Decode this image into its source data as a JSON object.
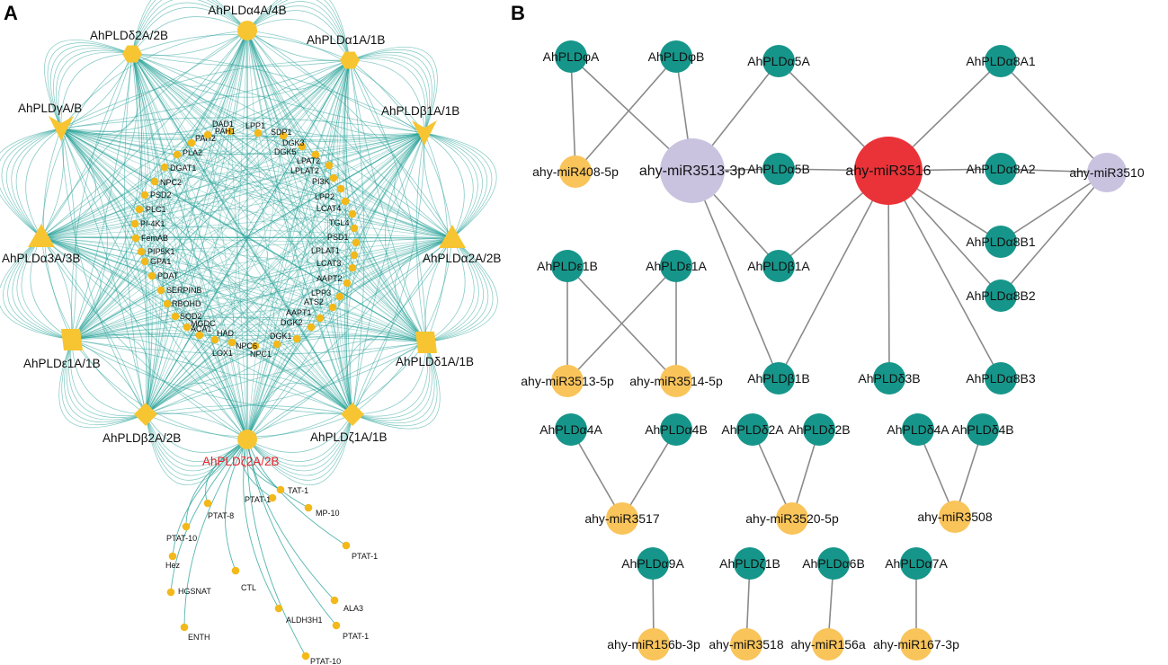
{
  "panels": [
    {
      "letter": "A"
    },
    {
      "letter": "B"
    }
  ],
  "colors": {
    "edge_a": "#2aa39a",
    "hub": "#f7c531",
    "gene": "#f3b81a",
    "pld_node": "#16968a",
    "mirna_node": "#f9c45a",
    "hub_mirna": "#c9c3e0",
    "main_mirna": "#ea3338",
    "edge_b": "#8a8a8a",
    "highlight_text": "#e8222a"
  },
  "panel_a": {
    "hubs": [
      {
        "label": "AhPLDα4A/4B",
        "shape": "circle"
      },
      {
        "label": "AhPLDα1A/1B",
        "shape": "hexagon"
      },
      {
        "label": "AhPLDβ1A/1B",
        "shape": "v-shape"
      },
      {
        "label": "AhPLDα2A/2B",
        "shape": "triangle"
      },
      {
        "label": "AhPLDδ1A/1B",
        "shape": "parallelogram"
      },
      {
        "label": "AhPLDζ1A/1B",
        "shape": "diamond"
      },
      {
        "label": "AhPLDζ2A/2B",
        "shape": "circle",
        "highlight": true
      },
      {
        "label": "AhPLDβ2A/2B",
        "shape": "diamond"
      },
      {
        "label": "AhPLDε1A/1B",
        "shape": "parallelogram"
      },
      {
        "label": "AhPLDα3A/3B",
        "shape": "triangle"
      },
      {
        "label": "AhPLDγA/B",
        "shape": "v-shape"
      },
      {
        "label": "AhPLDδ2A/2B",
        "shape": "hexagon"
      }
    ],
    "ring_genes": [
      "DAD1",
      "LPP1",
      "SDP1",
      "DGK3",
      "DGK5",
      "LPAT2",
      "LPLAT2",
      "PI3K",
      "LPP2",
      "LCAT4",
      "TGL4",
      "PSD1",
      "LPLAT1",
      "LCAT3",
      "AAPT2",
      "LPP3",
      "ATS2",
      "AAPT1",
      "DGK2",
      "DGK1",
      "NPC1",
      "NPC6",
      "LOX1",
      "HAD",
      "ACA1",
      "MGDC",
      "SQD2",
      "RBOHD",
      "SERPINB",
      "PDAT",
      "GPA1",
      "PIP5K1",
      "FemAB",
      "PI-4K1",
      "PLC1",
      "PSD2",
      "NPC2",
      "DGAT1",
      "PLA2",
      "PAH2",
      "PAH1"
    ],
    "tail_genes": [
      "TAT-1",
      "MP-10",
      "PTAT-1",
      "PTAT-1",
      "PTAT-8",
      "PTAT-10",
      "Hez",
      "HGSNAT",
      "ENTH",
      "CTL",
      "ALDH3H1",
      "ALA3",
      "PTAT-1",
      "PTAT-10"
    ]
  },
  "panel_b": {
    "pld_nodes": [
      "AhPLDφA",
      "AhPLDφB",
      "AhPLDα5A",
      "AhPLDα8A1",
      "AhPLDα5B",
      "AhPLDα8A2",
      "AhPLDα8B1",
      "AhPLDβ1A",
      "AhPLDα8B2",
      "AhPLDε1B",
      "AhPLDε1A",
      "AhPLDβ1B",
      "AhPLDδ3B",
      "AhPLDα8B3",
      "AhPLDα4A",
      "AhPLDα4B",
      "AhPLDδ2A",
      "AhPLDδ2B",
      "AhPLDδ4A",
      "AhPLDδ4B",
      "AhPLDα9A",
      "AhPLDζ1B",
      "AhPLDα6B",
      "AhPLDα7A"
    ],
    "mirna_nodes": [
      "ahy-miR408-5p",
      "ahy-miR3513-3p",
      "ahy-miR3516",
      "ahy-miR3510",
      "ahy-miR3513-5p",
      "ahy-miR3514-5p",
      "ahy-miR3517",
      "ahy-miR3520-5p",
      "ahy-miR3508",
      "ahy-miR156b-3p",
      "ahy-miR3518",
      "ahy-miR156a",
      "ahy-miR167-3p"
    ]
  }
}
